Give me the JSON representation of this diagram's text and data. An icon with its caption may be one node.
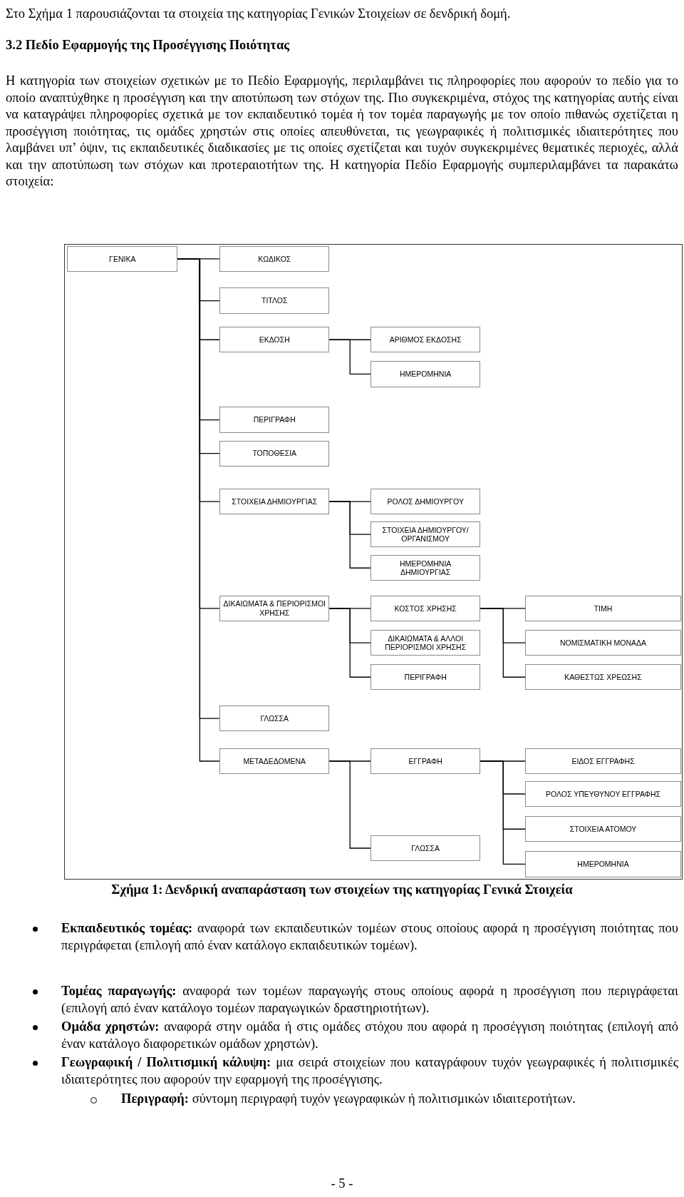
{
  "diagram": {
    "caption": "Σχήμα 1: Δενδρική αναπαράσταση των στοιχείων της κατηγορίας Γενικά Στοιχεία",
    "nodes": [
      {
        "text": [
          "ΓΕΝΙΚΑ"
        ]
      },
      {
        "text": [
          "ΚΩΔΙΚΟΣ"
        ]
      },
      {
        "text": [
          "ΤΙΤΛΟΣ"
        ]
      },
      {
        "text": [
          "ΕΚΔΟΣΗ"
        ]
      },
      {
        "text": [
          "ΑΡΙΘΜΟΣ ΕΚΔΟΣΗΣ"
        ]
      },
      {
        "text": [
          "ΗΜΕΡΟΜΗΝΙΑ"
        ]
      },
      {
        "text": [
          "ΠΕΡΙΓΡΑΦΗ"
        ]
      },
      {
        "text": [
          "ΤΟΠΟΘΕΣΙΑ"
        ]
      },
      {
        "text": [
          "ΣΤΟΙΧΕΙΑ ΔΗΜΙΟΥΡΓΙΑΣ"
        ]
      },
      {
        "text": [
          "ΡΟΛΟΣ ΔΗΜΙΟΥΡΓΟΥ"
        ]
      },
      {
        "text": [
          "ΣΤΟΙΧΕΙΑ ΔΗΜΙΟΥΡΓΟΥ/ ΟΡΓΑΝΙΣΜΟΥ"
        ]
      },
      {
        "text": [
          "ΗΜΕΡΟΜΗΝΙΑ ΔΗΜΙΟΥΡΓΙΑΣ"
        ]
      },
      {
        "text": [
          "ΔΙΚΑΙΩΜΑΤΑ & ΠΕΡΙΟΡΙΣΜΟΙ ΧΡΗΣΗΣ"
        ]
      },
      {
        "text": [
          "ΚΟΣΤΟΣ ΧΡΗΣΗΣ"
        ]
      },
      {
        "text": [
          "ΤΙΜΗ"
        ]
      },
      {
        "text": [
          "ΔΙΚΑΙΩΜΑΤΑ & ΑΛΛΟΙ ΠΕΡΙΟΡΙΣΜΟΙ ΧΡΗΣΗΣ"
        ]
      },
      {
        "text": [
          "ΝΟΜΙΣΜΑΤΙΚΗ ΜΟΝΑΔΑ"
        ]
      },
      {
        "text": [
          "ΠΕΡΙΓΡΑΦΗ"
        ]
      },
      {
        "text": [
          "ΚΑΘΕΣΤΩΣ ΧΡΕΩΣΗΣ"
        ]
      },
      {
        "text": [
          "ΓΛΩΣΣΑ"
        ]
      },
      {
        "text": [
          "ΜΕΤΑΔΕΔΟΜΕΝΑ"
        ]
      },
      {
        "text": [
          "ΕΓΓΡΑΦΗ"
        ]
      },
      {
        "text": [
          "ΕΙΔΟΣ ΕΓΓΡΑΦΗΣ"
        ]
      },
      {
        "text": [
          "ΡΟΛΟΣ ΥΠΕΥΘΥΝΟΥ ΕΓΓΡΑΦΗΣ"
        ]
      },
      {
        "text": [
          "ΣΤΟΙΧΕΙΑ ΑΤΟΜΟΥ"
        ]
      },
      {
        "text": [
          "ΓΛΩΣΣΑ"
        ]
      },
      {
        "text": [
          "ΗΜΕΡΟΜΗΝΙΑ"
        ]
      }
    ],
    "edges": [
      {
        "from": 0,
        "to": 1,
        "arrow": "none"
      },
      {
        "from": 0,
        "to": 2,
        "arrow": "none"
      },
      {
        "from": 0,
        "to": 3,
        "arrow": "none"
      },
      {
        "from": 3,
        "to": 4,
        "arrow": "none"
      },
      {
        "from": 3,
        "to": 5,
        "arrow": "none"
      },
      {
        "from": 0,
        "to": 6,
        "arrow": "none"
      },
      {
        "from": 0,
        "to": 7,
        "arrow": "none"
      },
      {
        "from": 0,
        "to": 8,
        "arrow": "none"
      },
      {
        "from": 8,
        "to": 9,
        "arrow": "none"
      },
      {
        "from": 8,
        "to": 10,
        "arrow": "none"
      },
      {
        "from": 8,
        "to": 11,
        "arrow": "none"
      },
      {
        "from": 0,
        "to": 12,
        "arrow": "none"
      },
      {
        "from": 12,
        "to": 13,
        "arrow": "none"
      },
      {
        "from": 13,
        "to": 14,
        "arrow": "none"
      },
      {
        "from": 12,
        "to": 15,
        "arrow": "none"
      },
      {
        "from": 13,
        "to": 16,
        "arrow": "none"
      },
      {
        "from": 12,
        "to": 17,
        "arrow": "none"
      },
      {
        "from": 13,
        "to": 18,
        "arrow": "none"
      },
      {
        "from": 0,
        "to": 19,
        "arrow": "none"
      },
      {
        "from": 0,
        "to": 20,
        "arrow": "none"
      },
      {
        "from": 20,
        "to": 21,
        "arrow": "none"
      },
      {
        "from": 21,
        "to": 22,
        "arrow": "none"
      },
      {
        "from": 21,
        "to": 23,
        "arrow": "none"
      },
      {
        "from": 21,
        "to": 24,
        "arrow": "none"
      },
      {
        "from": 20,
        "to": 25,
        "arrow": "none"
      },
      {
        "from": 21,
        "to": 26,
        "arrow": "none"
      }
    ],
    "labels": [
      "Στο Σχήμα 1 παρουσιάζονται τα στοιχεία της κατηγορίας Γενικών Στοιχείων σε δενδρική δομή.",
      "3.2 Πεδίο Εφαρμογής της Προσέγγισης Ποιότητας",
      "Η κατηγορία των στοιχείων σχετικών με το Πεδίο Εφαρμογής, περιλαμβάνει τις πληροφορίες που αφορούν το πεδίο για το οποίο αναπτύχθηκε η προσέγγιση και την αποτύπωση των στόχων της. Πιο συγκεκριμένα, στόχος της κατηγορίας αυτής είναι να καταγράψει πληροφορίες σχετικά με τον εκπαιδευτικό τομέα ή τον τομέα παραγωγής με τον οποίο πιθανώς σχετίζεται η προσέγγιση ποιότητας, τις ομάδες χρηστών στις οποίες απευθύνεται, τις γεωγραφικές ή πολιτισμικές ιδιαιτερότητες που λαμβάνει υπ’ όψιν, τις εκπαιδευτικές διαδικασίες με τις οποίες σχετίζεται και τυχόν συγκεκριμένες θεματικές περιοχές, αλλά και την αποτύπωση των στόχων και προτεραιοτήτων της. Η κατηγορία Πεδίο Εφαρμογής συμπεριλαμβάνει τα παρακάτω στοιχεία:",
      "**Εκπαιδευτικός τομέας:** αναφορά των εκπαιδευτικών τομέων στους οποίους αφορά η προσέγγιση ποιότητας που περιγράφεται (επιλογή από έναν κατάλογο εκπαιδευτικών τομέων).",
      "**Τομέας παραγωγής:** αναφορά των τομέων παραγωγής στους οποίους αφορά η προσέγγιση που περιγράφεται (επιλογή από έναν κατάλογο τομέων παραγωγικών δραστηριοτήτων).",
      "**Ομάδα χρηστών:** αναφορά στην ομάδα ή στις ομάδες στόχου που αφορά η προσέγγιση ποιότητας (επιλογή από έναν κατάλογο διαφορετικών ομάδων χρηστών).",
      "**Γεωγραφική / Πολιτισμική κάλυψη:** μια σειρά στοιχείων που καταγράφουν τυχόν γεωγραφικές ή πολιτισμικές ιδιαιτερότητες που αφορούν την εφαρμογή της προσέγγισης.",
      "**Περιγραφή:** σύντομη περιγραφή τυχόν γεωγραφικών ή πολιτισμικών ιδιαιτεροτήτων.",
      "- 5 -"
    ]
  }
}
